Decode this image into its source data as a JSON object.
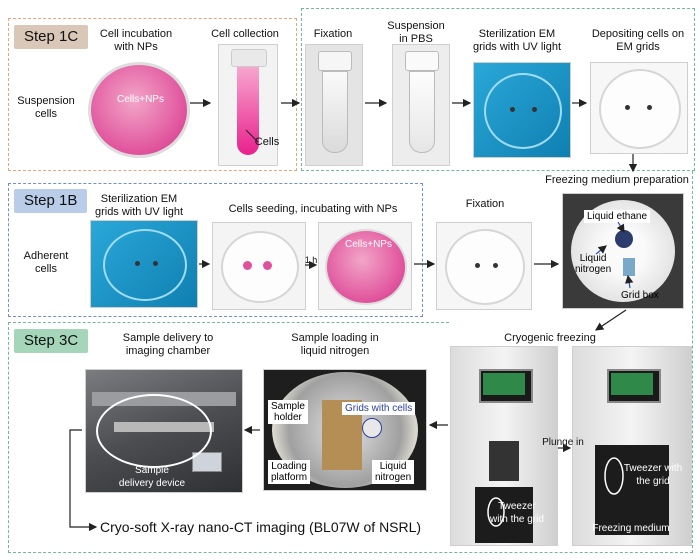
{
  "step_1c": {
    "badge": "Step 1C",
    "row_label": "Suspension\ncells",
    "cell_incubation": "Cell incubation\nwith NPs",
    "cells_nps": "Cells+NPs",
    "cell_collection": "Cell collection",
    "cells": "Cells",
    "fixation": "Fixation",
    "suspension_pbs": "Suspension\nin PBS",
    "sterilization": "Sterilization EM\ngrids with UV light",
    "depositing": "Depositing cells on\nEM grids"
  },
  "freezing_medium": "Freezing medium preparation",
  "step_1b": {
    "badge": "Step 1B",
    "row_label": "Adherent\ncells",
    "sterilization": "Sterilization EM\ngrids with UV light",
    "seeding": "Cells seeding,  incubating with NPs",
    "one_hour": "1 h",
    "cells_nps": "Cells+NPs",
    "fixation": "Fixation",
    "liquid_ethane": "Liquid ethane",
    "liquid_nitrogen": "Liquid\nnitrogen",
    "grid_box": "Grid box"
  },
  "step_3c": {
    "badge": "Step 3C",
    "sample_delivery": "Sample delivery to\nimaging chamber",
    "delivery_device": "Sample\ndelivery device",
    "sample_loading": "Sample loading in\nliquid nitrogen",
    "sample_holder": "Sample\nholder",
    "grids_with_cells": "Grids with cells",
    "loading_platform": "Loading\nplatform",
    "liquid_nitrogen": "Liquid\nnitrogen",
    "cryogenic_freezing": "Cryogenic freezing",
    "plunge_in": "Plunge in",
    "tweezer_grid_left": "Tweezer\nwith the grid",
    "tweezer_grid_right": "Tweezer with\nthe grid",
    "freezing_medium_label": "Freezing medium",
    "final_label": "Cryo-soft X-ray nano-CT imaging (BL07W of NSRL)"
  },
  "colors": {
    "step1c_badge": "#d9c7b8",
    "step1b_badge": "#b9cde8",
    "step3c_badge": "#a5d6b9",
    "orange_dash": "#e8a57a",
    "teal_dash": "#6fb9a4",
    "blue_dash": "#6f8fcf",
    "pink": "#e0519c",
    "blue_dish": "#1ea3d4"
  }
}
